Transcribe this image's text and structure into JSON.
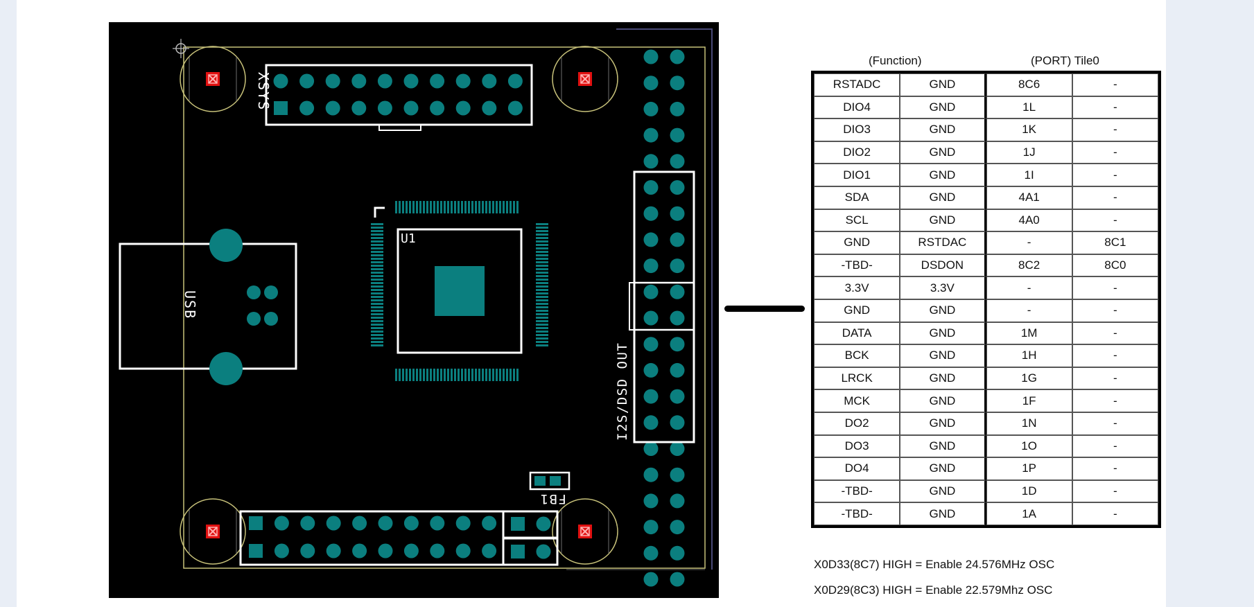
{
  "board": {
    "labels": {
      "xsys": "XSYS",
      "usb": "USB",
      "u1": "U1",
      "i2s": "I2S/DSD OUT",
      "fb1": "FB1"
    }
  },
  "table": {
    "header_function": "(Function)",
    "header_port": "(PORT) Tile0",
    "rows": [
      [
        "RSTADC",
        "GND",
        "8C6",
        "-"
      ],
      [
        "DIO4",
        "GND",
        "1L",
        "-"
      ],
      [
        "DIO3",
        "GND",
        "1K",
        "-"
      ],
      [
        "DIO2",
        "GND",
        "1J",
        "-"
      ],
      [
        "DIO1",
        "GND",
        "1I",
        "-"
      ],
      [
        "SDA",
        "GND",
        "4A1",
        "-"
      ],
      [
        "SCL",
        "GND",
        "4A0",
        "-"
      ],
      [
        "GND",
        "RSTDAC",
        "-",
        "8C1"
      ],
      [
        "-TBD-",
        "DSDON",
        "8C2",
        "8C0"
      ],
      [
        "3.3V",
        "3.3V",
        "-",
        "-"
      ],
      [
        "GND",
        "GND",
        "-",
        "-"
      ],
      [
        "DATA",
        "GND",
        "1M",
        "-"
      ],
      [
        "BCK",
        "GND",
        "1H",
        "-"
      ],
      [
        "LRCK",
        "GND",
        "1G",
        "-"
      ],
      [
        "MCK",
        "GND",
        "1F",
        "-"
      ],
      [
        "DO2",
        "GND",
        "1N",
        "-"
      ],
      [
        "DO3",
        "GND",
        "1O",
        "-"
      ],
      [
        "DO4",
        "GND",
        "1P",
        "-"
      ],
      [
        "-TBD-",
        "GND",
        "1D",
        "-"
      ],
      [
        "-TBD-",
        "GND",
        "1A",
        "-"
      ]
    ]
  },
  "notes": {
    "line1": "X0D33(8C7) HIGH = Enable 24.576MHz OSC",
    "line2": "X0D29(8C3) HIGH = Enable 22.579Mhz OSC"
  },
  "colors": {
    "pcb_background": "#000000",
    "pad": "#0b7f7f",
    "silkscreen": "#ffffff",
    "mounting_hole_ring": "#c8c27a",
    "mounting_hole_marker": "#e01010",
    "board_outline": "#c8c27a"
  }
}
